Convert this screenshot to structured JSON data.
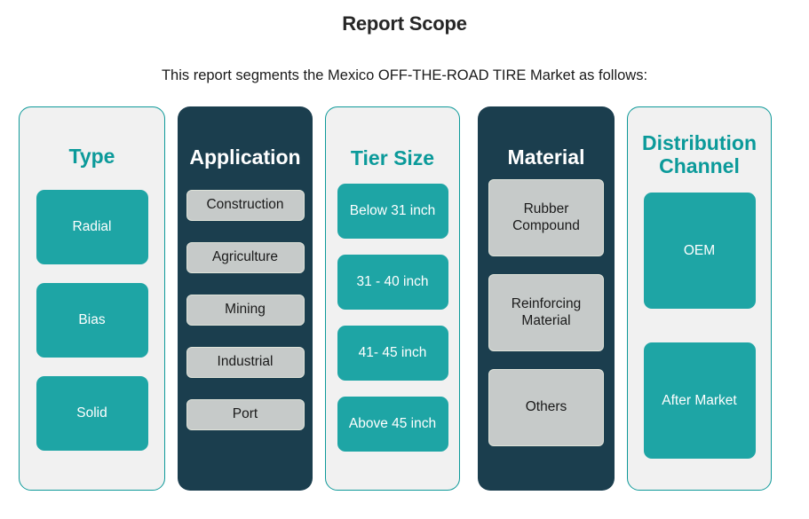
{
  "header": {
    "title": "Report Scope",
    "subtitle": "This report segments the Mexico OFF-THE-ROAD TIRE Market as follows:"
  },
  "colors": {
    "teal_accent": "#1ea5a5",
    "teal_heading": "#0b9a9a",
    "panel_dark": "#1b3e4e",
    "panel_light": "#f1f1f1",
    "card_grey": "#c6cac9",
    "card_grey_border": "#dfe3d9",
    "text_dark": "#1a1a1a",
    "text_light": "#ffffff",
    "page_background": "#ffffff"
  },
  "segments": [
    {
      "heading": "Type",
      "style": "light",
      "card_style": "teal",
      "items": [
        {
          "label": "Radial"
        },
        {
          "label": "Bias"
        },
        {
          "label": "Solid"
        }
      ]
    },
    {
      "heading": "Application",
      "style": "dark",
      "card_style": "grey",
      "items": [
        {
          "label": "Construction"
        },
        {
          "label": "Agriculture"
        },
        {
          "label": "Mining"
        },
        {
          "label": "Industrial"
        },
        {
          "label": "Port"
        }
      ]
    },
    {
      "heading": "Tier Size",
      "style": "light",
      "card_style": "teal",
      "items": [
        {
          "label": "Below 31 inch"
        },
        {
          "label": "31 - 40 inch"
        },
        {
          "label": "41- 45 inch"
        },
        {
          "label": "Above 45 inch"
        }
      ]
    },
    {
      "heading": "Material",
      "style": "dark",
      "card_style": "grey",
      "items": [
        {
          "label": "Rubber Compound"
        },
        {
          "label": "Reinforcing Material"
        },
        {
          "label": "Others"
        }
      ]
    },
    {
      "heading": "Distribution Channel",
      "style": "light",
      "card_style": "teal",
      "items": [
        {
          "label": "OEM"
        },
        {
          "label": "After Market"
        }
      ]
    }
  ]
}
